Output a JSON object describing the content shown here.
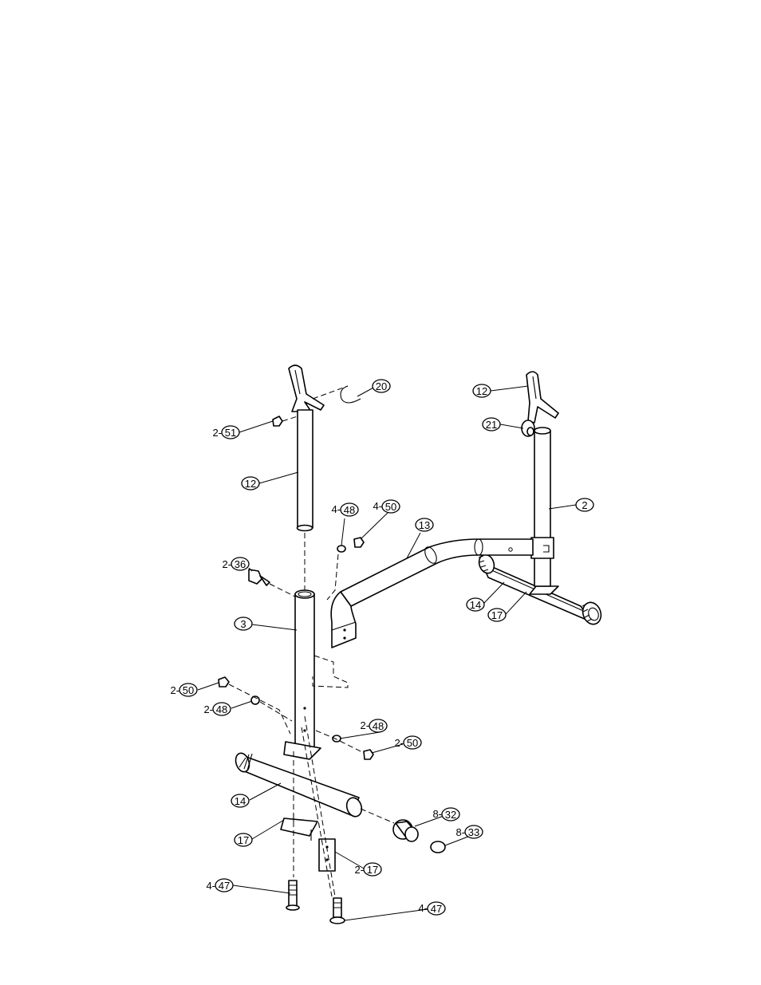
{
  "diagram": {
    "type": "exploded parts diagram",
    "callouts": [
      {
        "prefix": "",
        "num": "12"
      },
      {
        "prefix": "",
        "num": "20"
      },
      {
        "prefix": "2-",
        "num": "51"
      },
      {
        "prefix": "",
        "num": "12"
      },
      {
        "prefix": "",
        "num": "21"
      },
      {
        "prefix": "",
        "num": "2"
      },
      {
        "prefix": "4-",
        "num": "48"
      },
      {
        "prefix": "4-",
        "num": "50"
      },
      {
        "prefix": "",
        "num": "13"
      },
      {
        "prefix": "2-",
        "num": "36"
      },
      {
        "prefix": "",
        "num": "14"
      },
      {
        "prefix": "",
        "num": "17"
      },
      {
        "prefix": "",
        "num": "3"
      },
      {
        "prefix": "2-",
        "num": "50"
      },
      {
        "prefix": "2-",
        "num": "48"
      },
      {
        "prefix": "2-",
        "num": "48"
      },
      {
        "prefix": "2-",
        "num": "50"
      },
      {
        "prefix": "",
        "num": "14"
      },
      {
        "prefix": "8-",
        "num": "32"
      },
      {
        "prefix": "8-",
        "num": "33"
      },
      {
        "prefix": "",
        "num": "17"
      },
      {
        "prefix": "2-",
        "num": "17"
      },
      {
        "prefix": "4-",
        "num": "47"
      },
      {
        "prefix": "4-",
        "num": "47"
      }
    ]
  }
}
